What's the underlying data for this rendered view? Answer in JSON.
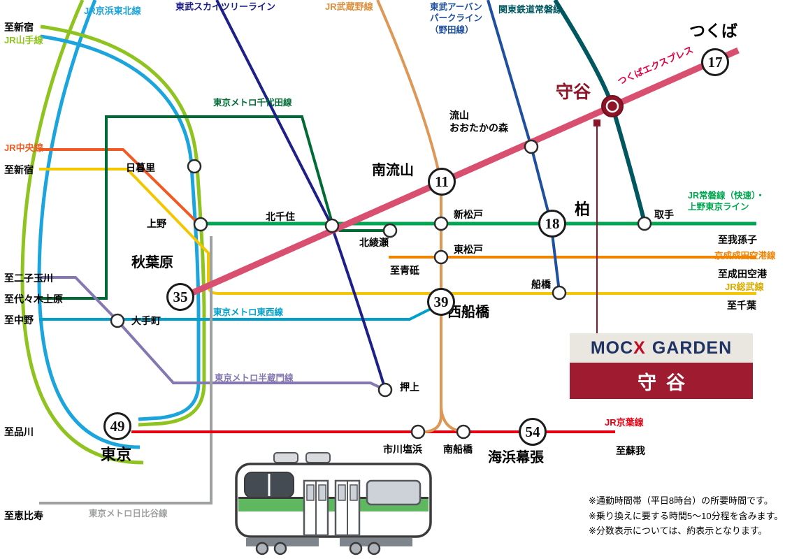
{
  "theme": {
    "moriya": "#8e1528",
    "badge_border": "#1c1c1c",
    "background": "#ffffff"
  },
  "lines": {
    "jr_yamanote": {
      "label": "JR山手線",
      "color": "#8fc31f"
    },
    "jr_keihin_tohoku": {
      "label": "JR京浜東北線",
      "color": "#1ba5dc"
    },
    "jr_chuo": {
      "label": "JR中央線",
      "color": "#f15a22"
    },
    "jr_sobu": {
      "label": "JR総武線",
      "color": "#d8ab00",
      "line_color": "#f2c700"
    },
    "jr_joban": {
      "label_line1": "JR常磐線（快速）・",
      "label_line2": "上野東京ライン",
      "color": "#00a650"
    },
    "jr_musashino": {
      "label": "JR武蔵野線",
      "color": "#dd8f3e",
      "line_color": "#dd9857"
    },
    "jr_keiyo": {
      "label": "JR京葉線",
      "color": "#e60012"
    },
    "tobu_skytree": {
      "label": "東武スカイツリーライン",
      "color": "#1d2088"
    },
    "tobu_urban_park": {
      "label_line1": "東武アーバン",
      "label_line2": "パークライン",
      "label_line3": "（野田線）",
      "color": "#1f50a0"
    },
    "kanto_railway_joban": {
      "label": "関東鉄道常磐線",
      "color": "#00575f"
    },
    "tsukuba_express": {
      "label": "つくばエクスプレス",
      "color": "#d94f70",
      "label_color": "#e50043"
    },
    "metro_chiyoda": {
      "label": "東京メトロ千代田線",
      "color": "#006b35"
    },
    "metro_tozai": {
      "label": "東京メトロ東西線",
      "color": "#00a0ce"
    },
    "metro_hanzomon": {
      "label": "東京メトロ半蔵門線",
      "color": "#8577b1"
    },
    "metro_hibiya": {
      "label": "東京メトロ日比谷線",
      "color": "#9fa0a0"
    },
    "keisei_narita_airport": {
      "label": "京成成田空港線",
      "color": "#f08300"
    }
  },
  "stations": {
    "tsukuba": "つくば",
    "moriya": "守谷",
    "nagareyama_l1": "流山",
    "nagareyama_l2": "おおたかの森",
    "minami_nagareyama": "南流山",
    "kita_senju": "北千住",
    "kita_ayase": "北綾瀬",
    "shin_matsudo": "新松戸",
    "higashi_matsudo": "東松戸",
    "kashiwa": "柏",
    "toride": "取手",
    "nippori": "日暮里",
    "ueno": "上野",
    "akihabara": "秋葉原",
    "otemachi": "大手町",
    "oshiage": "押上",
    "nishi_funabashi": "西船橋",
    "funabashi": "船橋",
    "tokyo": "東京",
    "ichikawa_shiohama": "市川塩浜",
    "minami_funabashi": "南船橋",
    "kaihin_makuhari": "海浜幕張"
  },
  "times": {
    "tsukuba": "17",
    "minami_nagareyama": "11",
    "akihabara": "35",
    "kashiwa": "18",
    "nishi_funabashi": "39",
    "tokyo": "49",
    "kaihin_makuhari": "54"
  },
  "directions": {
    "shinjuku_top": "至新宿",
    "shinjuku": "至新宿",
    "futakotamagawa": "至二子玉川",
    "yoyogiuehara": "至代々木上原",
    "nakano": "至中野",
    "shinagawa": "至品川",
    "ebisu": "至恵比寿",
    "abiko": "至我孫子",
    "narita_airport": "至成田空港",
    "chiba": "至千葉",
    "aoto": "至青砥",
    "soga": "至蘇我"
  },
  "sign": {
    "moc": "MOC",
    "x": "X",
    "garden": "GARDEN",
    "station": "守谷",
    "plate_bg": "#9e1b30",
    "logo_bg": "#eae7e0",
    "logo_color": "#1e3264",
    "x_color": "#c00a26"
  },
  "notes": {
    "n1": "※通勤時間帯（平日8時台）の所要時間です。",
    "n2": "※乗り換えに要する時間5～10分程を含みます。",
    "n3": "※分数表示については、約表示となります。"
  }
}
